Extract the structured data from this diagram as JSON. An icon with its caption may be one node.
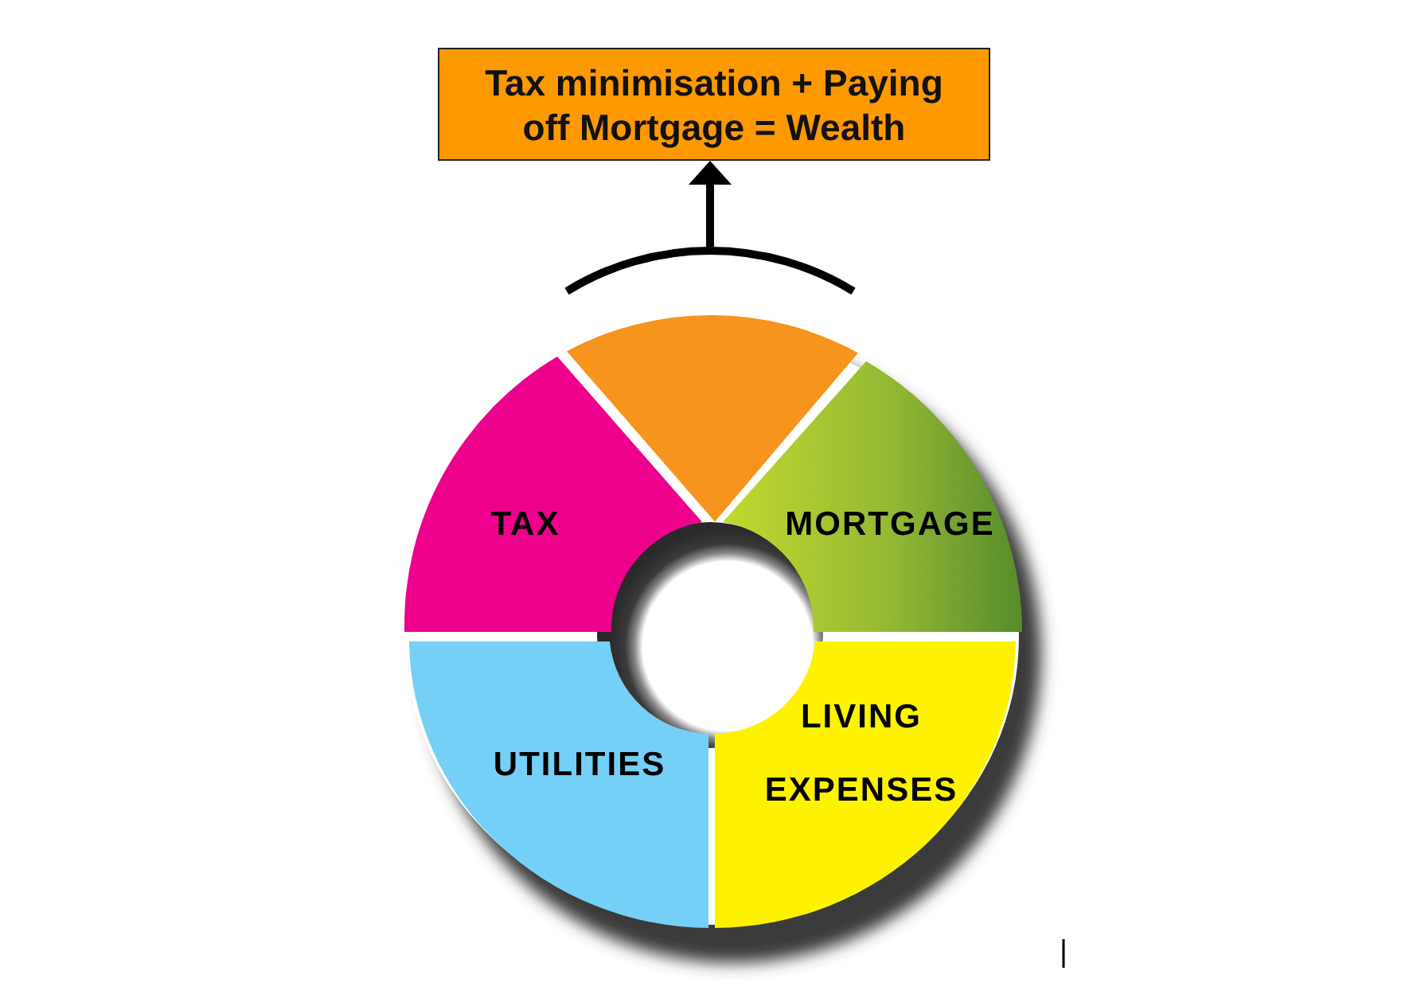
{
  "diagram": {
    "nodes": [
      {
        "text": [
          "Tax minimisation + Paying off Mortgage = Wealth"
        ]
      },
      {
        "text": [],
        "shape": "bracket"
      },
      {
        "text": [
          "TAX"
        ]
      },
      {
        "text": [],
        "shape": "wedge"
      },
      {
        "text": [
          "MORTGAGE"
        ]
      },
      {
        "text": [
          "UTILITIES"
        ]
      },
      {
        "text": [
          "LIVING EXPENSES"
        ]
      }
    ],
    "edges": [
      {
        "from": 1,
        "to": 0,
        "arrow": "to"
      }
    ]
  }
}
